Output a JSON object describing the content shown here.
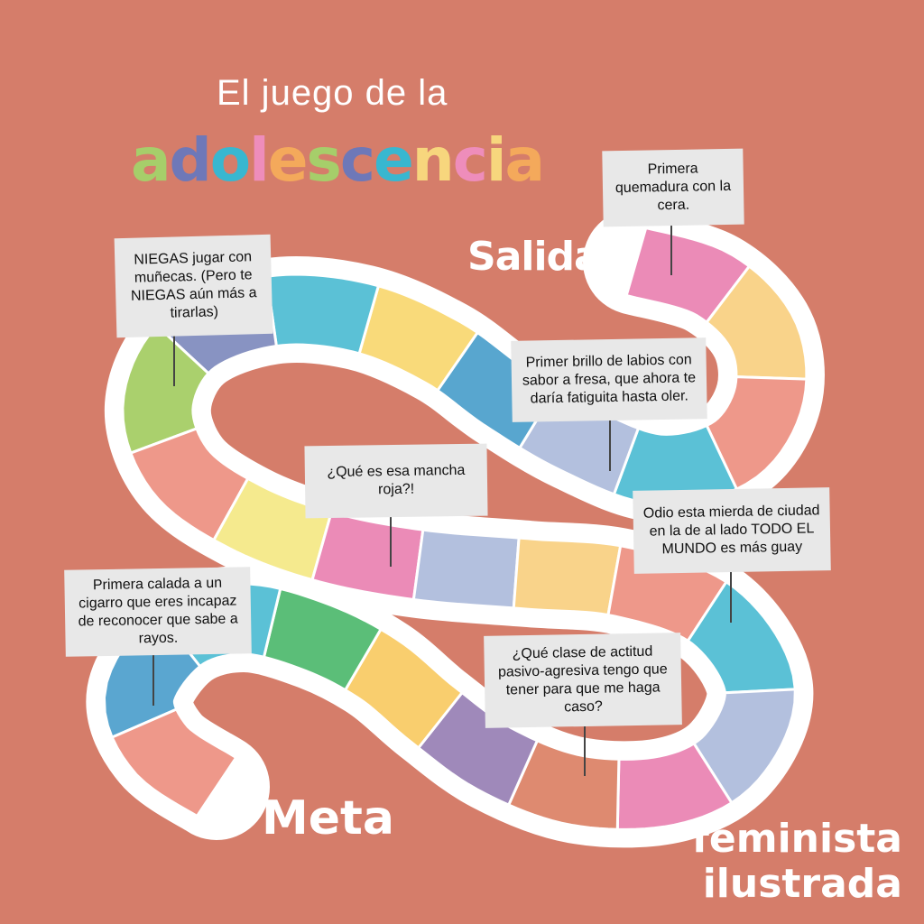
{
  "title": {
    "line1": "El juego de la",
    "word": "adolescencia",
    "letter_colors": [
      "#A6CE6A",
      "#6E78B8",
      "#38B7D0",
      "#EE8DBB",
      "#F4A95B",
      "#A6CE6A",
      "#6E78B8",
      "#38B7D0",
      "#F7D67D",
      "#EE8DBB",
      "#F7D67D",
      "#F4A95B"
    ]
  },
  "labels": {
    "start": "Salida",
    "finish": "Meta"
  },
  "brand": {
    "line1": "feminista",
    "line2": "ilustrada"
  },
  "colors": {
    "background": "#D57D6A",
    "track_border": "#FFFFFF",
    "callout": "#E8E8E8"
  },
  "tiles": [
    "#EB8BB7",
    "#F9D38A",
    "#EE988A",
    "#5BC1D6",
    "#B3C0DE",
    "#58A6CF",
    "#F9DA7A",
    "#5BC1D6",
    "#8893C2",
    "#AAD06D",
    "#EE988A",
    "#F5EA8E",
    "#EB8BB7",
    "#B3C0DE",
    "#F9D38A",
    "#EE988A",
    "#5BC1D6",
    "#B3C0DE",
    "#EB8BB7",
    "#DE8A70",
    "#9F89BA",
    "#F9CE6E",
    "#5BBE78",
    "#5BC1D6",
    "#5AA6D0",
    "#EE988A"
  ],
  "callouts": [
    "Primera quemadura con la cera.",
    "NIEGAS jugar con muñecas. (Pero te NIEGAS aún más a tirarlas)",
    "Primer brillo de labios con sabor a fresa, que ahora te daría fatiguita hasta oler.",
    "¿Qué es esa mancha roja?!",
    "Odio esta mierda de ciudad en la de al lado TODO EL MUNDO es más guay",
    "Primera calada a un cigarro que eres incapaz de reconocer que sabe a rayos.",
    "¿Qué clase de actitud pasivo-agresiva tengo que tener para que me haga caso?"
  ]
}
